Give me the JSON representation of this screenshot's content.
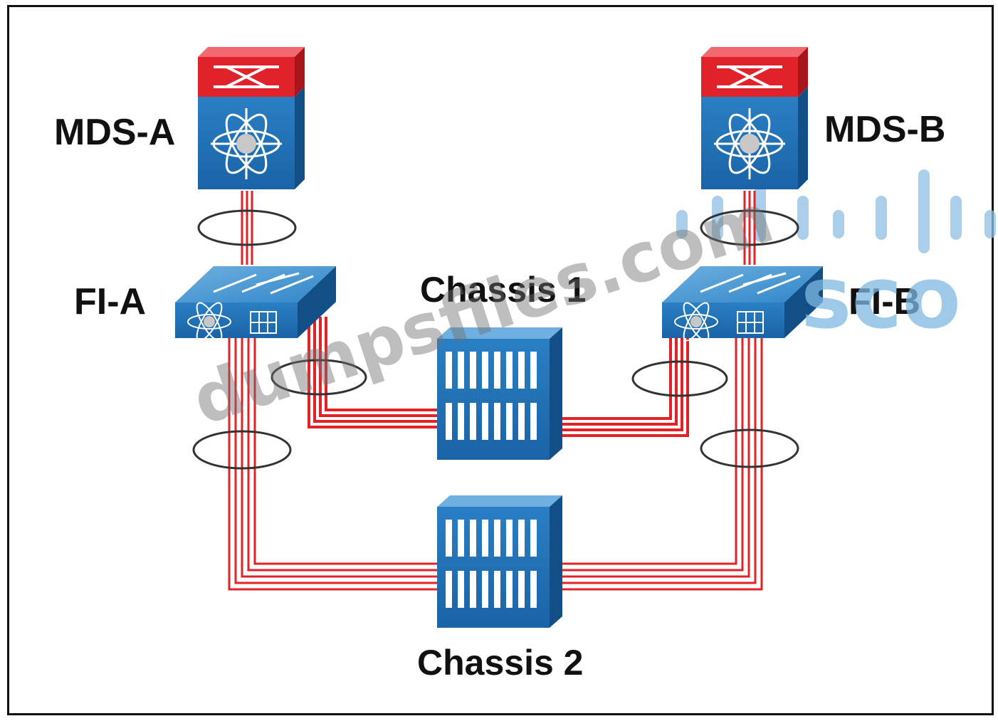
{
  "labels": {
    "mds_a": "MDS-A",
    "mds_b": "MDS-B",
    "fi_a": "FI-A",
    "fi_b": "FI-B",
    "chassis_1": "Chassis 1",
    "chassis_2": "Chassis 2"
  },
  "watermarks": {
    "site": "dumpsfiles.com",
    "brand": "sco"
  },
  "colors": {
    "link": "#e52128",
    "device_blue": "#1e6fb5",
    "device_red": "#e0232b",
    "ring": "#333333",
    "brand_watermark": "#7fb7e0"
  }
}
